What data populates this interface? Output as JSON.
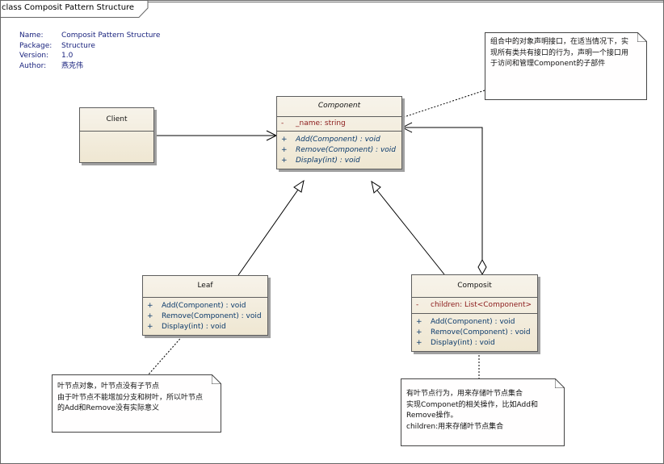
{
  "diagram": {
    "title": "class Composit Pattern Structure",
    "meta": [
      {
        "key": "Name:",
        "value": "Composit Pattern Structure"
      },
      {
        "key": "Package:",
        "value": "Structure"
      },
      {
        "key": "Version:",
        "value": "1.0"
      },
      {
        "key": "Author:",
        "value": "燕克伟"
      }
    ],
    "classes": {
      "client": {
        "name": "Client"
      },
      "component": {
        "name": "Component",
        "attributes": [
          {
            "vis": "-",
            "text": "_name: string"
          }
        ],
        "operations": [
          {
            "vis": "+",
            "text": "Add(Component) : void"
          },
          {
            "vis": "+",
            "text": "Remove(Component) : void"
          },
          {
            "vis": "+",
            "text": "Display(int) : void"
          }
        ]
      },
      "leaf": {
        "name": "Leaf",
        "operations": [
          {
            "vis": "+",
            "text": "Add(Component) : void"
          },
          {
            "vis": "+",
            "text": "Remove(Component) : void"
          },
          {
            "vis": "+",
            "text": "Display(int) : void"
          }
        ]
      },
      "composit": {
        "name": "Composit",
        "attributes": [
          {
            "vis": "-",
            "text": "children:  List<Component>"
          }
        ],
        "operations": [
          {
            "vis": "+",
            "text": "Add(Component) : void"
          },
          {
            "vis": "+",
            "text": "Remove(Component) : void"
          },
          {
            "vis": "+",
            "text": "Display(int) : void"
          }
        ]
      }
    },
    "notes": {
      "component_note": [
        "组合中的对象声明接口，在适当情况下，实",
        "现所有类共有接口的行为，声明一个接口用",
        "于访问和管理Component的子部件"
      ],
      "leaf_note": [
        "叶节点对象，叶节点没有子节点",
        "由于叶节点不能增加分支和树叶，所以叶节点",
        "的Add和Remove没有实际意义"
      ],
      "composit_note": [
        "有叶节点行为，用来存储叶节点集合",
        "实现Componet的相关操作，比如Add和",
        "Remove操作。",
        "children:用来存储叶节点集合"
      ]
    }
  }
}
